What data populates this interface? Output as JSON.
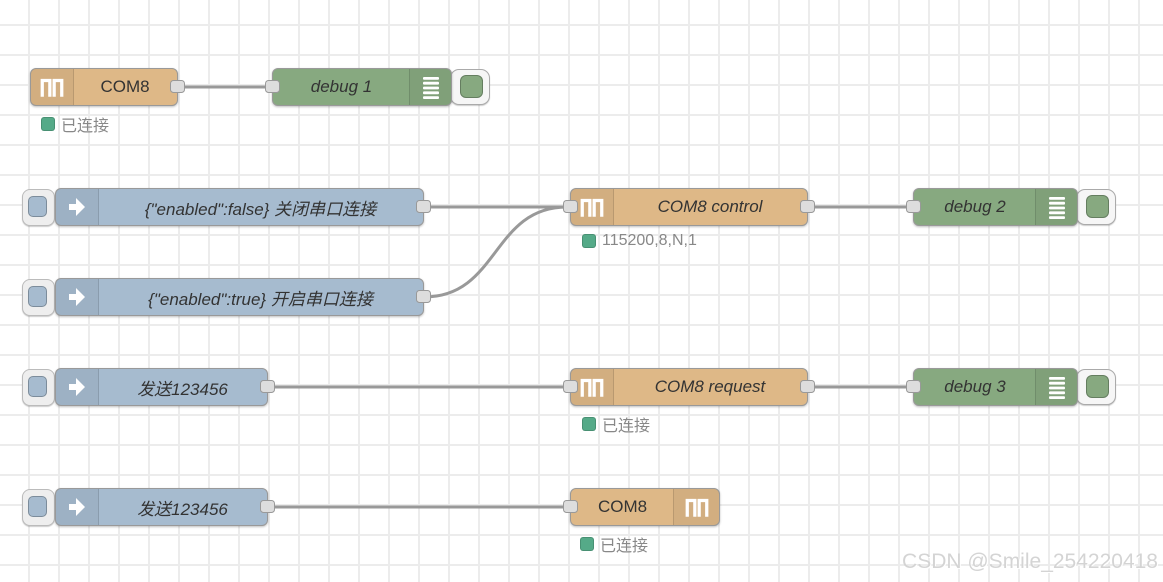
{
  "canvas": {
    "watermark": "CSDN @Smile_254220418"
  },
  "colors": {
    "serial_node": "#deb887",
    "inject_node": "#a6bbcf",
    "debug_node": "#87a980",
    "status_green": "#55aa88",
    "wire": "#999999",
    "grid_line": "#ececec"
  },
  "nodes": {
    "serial_in": {
      "label": "COM8",
      "status": "已连接"
    },
    "debug1": {
      "label": "debug 1"
    },
    "inject_close": {
      "label": "{\"enabled\":false} 关闭串口连接"
    },
    "inject_open": {
      "label": "{\"enabled\":true} 开启串口连接"
    },
    "serial_control": {
      "label": "COM8 control",
      "status": "115200,8,N,1"
    },
    "debug2": {
      "label": "debug 2"
    },
    "inject_send_a": {
      "label": "发送123456"
    },
    "serial_request": {
      "label": "COM8 request",
      "status": "已连接"
    },
    "debug3": {
      "label": "debug 3"
    },
    "inject_send_b": {
      "label": "发送123456"
    },
    "serial_out": {
      "label": "COM8",
      "status": "已连接"
    }
  }
}
